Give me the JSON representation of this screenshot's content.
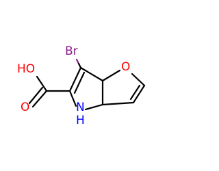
{
  "molecule": {
    "atoms": {
      "br": {
        "label": "Br",
        "color": "#8b1a8b"
      },
      "ring_o": {
        "label": "O",
        "color": "#ff0000"
      },
      "acid_oh": {
        "label": "HO",
        "color": "#ff0000"
      },
      "acid_o": {
        "label": "O",
        "color": "#ff0000"
      },
      "nh_n": {
        "label": "N",
        "color": "#0000ff"
      },
      "nh_h": {
        "label": "H",
        "color": "#0000ff"
      }
    },
    "bond_color": "#000000"
  }
}
